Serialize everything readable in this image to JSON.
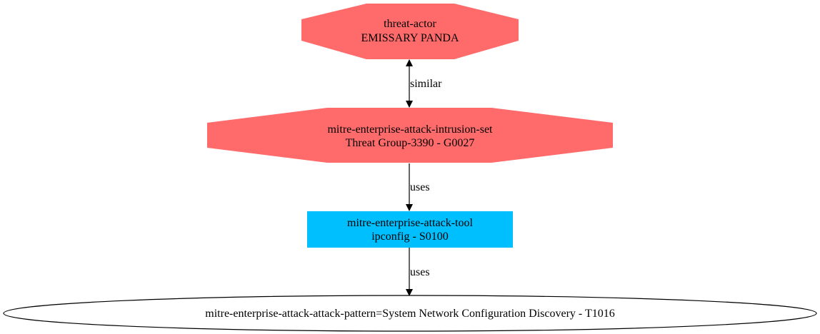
{
  "graph": {
    "colors": {
      "threat_actor": "#ff6b6b",
      "intrusion_set": "#ff6b6b",
      "tool": "#00bfff",
      "attack_pattern": "#ffffff",
      "edge": "#000000"
    },
    "nodes": {
      "threat_actor": {
        "type": "threat-actor",
        "name": "EMISSARY PANDA"
      },
      "intrusion_set": {
        "type": "mitre-enterprise-attack-intrusion-set",
        "name": "Threat Group-3390 - G0027"
      },
      "tool": {
        "type": "mitre-enterprise-attack-tool",
        "name": "ipconfig - S0100"
      },
      "attack_pattern": {
        "label": "mitre-enterprise-attack-attack-pattern=System Network Configuration Discovery - T1016"
      }
    },
    "edges": [
      {
        "from": "threat_actor",
        "to": "intrusion_set",
        "label": "similar",
        "direction": "both"
      },
      {
        "from": "intrusion_set",
        "to": "tool",
        "label": "uses",
        "direction": "forward"
      },
      {
        "from": "tool",
        "to": "attack_pattern",
        "label": "uses",
        "direction": "forward"
      }
    ]
  }
}
